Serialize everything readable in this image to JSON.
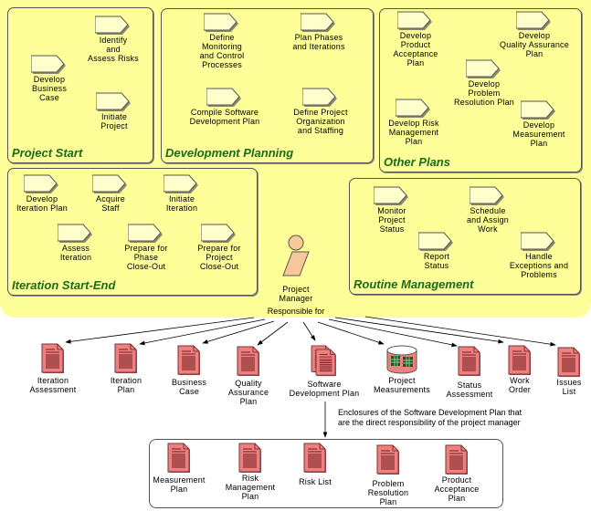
{
  "groups": [
    {
      "title": "Project Start",
      "activities": [
        "Identify\nand\nAssess Risks",
        "Develop\nBusiness\nCase",
        "Initiate\nProject"
      ]
    },
    {
      "title": "Development Planning",
      "activities": [
        "Define\nMonitoring\nand Control\nProcesses",
        "Plan Phases\nand Iterations",
        "Compile Software\nDevelopment Plan",
        "Define Project\nOrganization\nand Staffing"
      ]
    },
    {
      "title": "Other Plans",
      "activities": [
        "Develop\nProduct\nAcceptance\nPlan",
        "Develop\nQuality Assurance\nPlan",
        "Develop\nProblem\nResolution Plan",
        "Develop Risk\nManagement\nPlan",
        "Develop\nMeasurement\nPlan"
      ]
    },
    {
      "title": "Iteration Start-End",
      "activities": [
        "Develop\nIteration Plan",
        "Acquire\nStaff",
        "Initiate\nIteration",
        "Assess\nIteration",
        "Prepare for\nPhase\nClose-Out",
        "Prepare for\nProject\nClose-Out"
      ]
    },
    {
      "title": "Routine Management",
      "activities": [
        "Monitor\nProject\nStatus",
        "Schedule\nand Assign\nWork",
        "Report\nStatus",
        "Handle\nExceptions and\nProblems"
      ]
    }
  ],
  "role": {
    "name": "Project\nManager",
    "relation": "Responsible for"
  },
  "artifacts": [
    "Iteration\nAssessment",
    "Iteration\nPlan",
    "Business\nCase",
    "Quality\nAssurance\nPlan",
    "Software\nDevelopment Plan",
    "Project\nMeasurements",
    "Status\nAssessment",
    "Work\nOrder",
    "Issues\nList"
  ],
  "enclosure_note": "Enclosures of the Software Development Plan that\nare the direct responsibility of the project manager",
  "enclosures": [
    "Measurement\nPlan",
    "Risk\nManagement\nPlan",
    "Risk List",
    "Problem\nResolution\nPlan",
    "Product\nAcceptance\nPlan"
  ],
  "colors": {
    "background": "#ffff99",
    "title": "#1a6b1a",
    "artifact": "#f08080",
    "role": "#f8c89a",
    "activity": "#ffffcc"
  }
}
